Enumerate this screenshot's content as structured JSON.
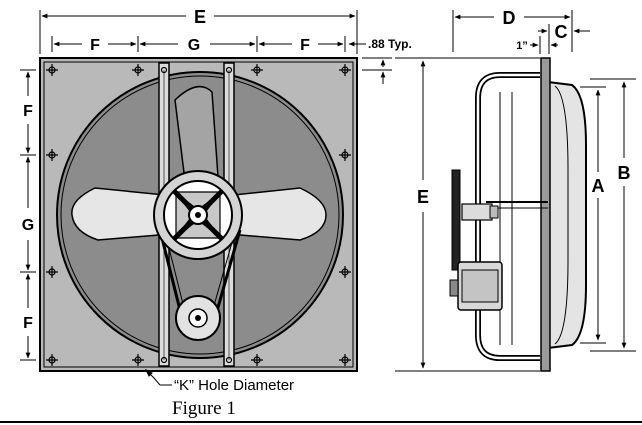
{
  "labels": {
    "E": "E",
    "F": "F",
    "G": "G",
    "typ": ".88 Typ.",
    "D": "D",
    "C": "C",
    "one_inch": "1”",
    "A": "A",
    "B": "B",
    "hole": "“K” Hole Diameter"
  },
  "caption": "Figure 1"
}
